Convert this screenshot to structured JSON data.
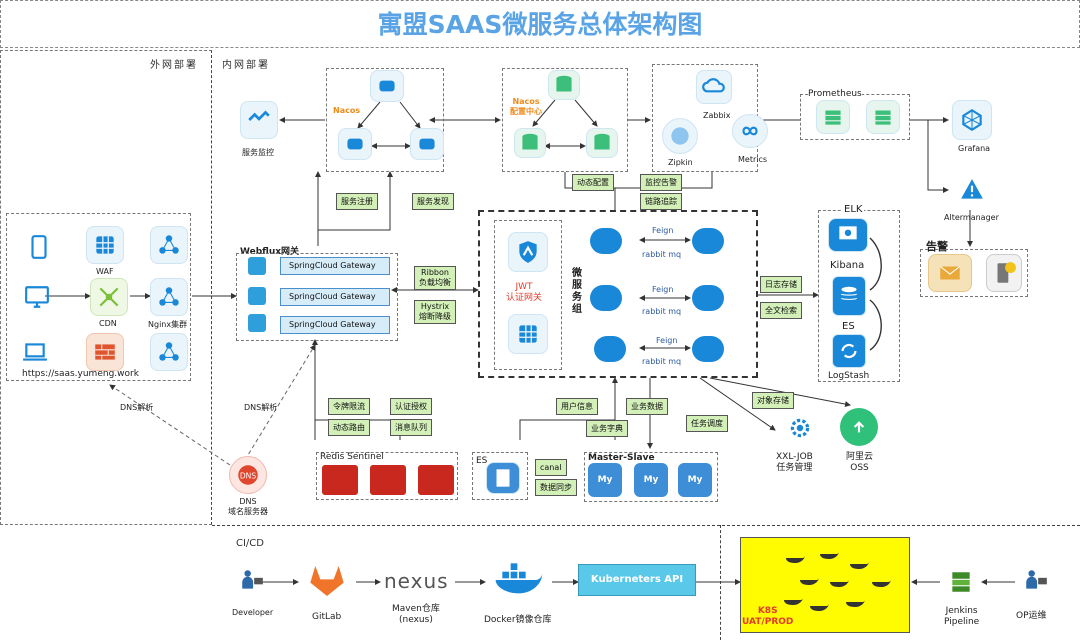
{
  "title": "寓盟SAAS微服务总体架构图",
  "sections": {
    "external": "外网部署",
    "internal": "内网部署",
    "cicd": "CI/CD"
  },
  "external": {
    "waf": "WAF",
    "cdn": "CDN",
    "nginx": "Nginx集群",
    "url": "https://saas.yumeng.work",
    "dns_parse_left": "DNS解析",
    "dns_parse_right": "DNS解析",
    "dns_server": "DNS\n域名服务器"
  },
  "monitor": {
    "service_monitor": "服务监控",
    "nacos": "Nacos",
    "nacos_config": "Nacos\n配置中心",
    "zabbix": "Zabbix",
    "zipkin": "Zipkin",
    "metrics": "Metrics",
    "prometheus": "Prometheus",
    "grafana": "Grafana",
    "altermanager": "Altermanager",
    "alarm": "告警"
  },
  "tags": {
    "dynamic_config": "动态配置",
    "monitor_alarm": "监控告警",
    "trace": "链路追踪",
    "register": "服务注册",
    "discovery": "服务发现",
    "ribbon": "Ribbon\n负载均衡",
    "hystrix": "Hystrix\n熔断降级",
    "log_store": "日志存储",
    "fulltext": "全文检索",
    "token_limit": "令牌限流",
    "auth": "认证授权",
    "dynamic_route": "动态路由",
    "mq": "消息队列",
    "user_info": "用户信息",
    "biz_data": "业务数据",
    "biz_dict": "业务字典",
    "task_sched": "任务调度",
    "object_store": "对象存储",
    "canal": "canal",
    "data_sync": "数据同步"
  },
  "gateway": {
    "title": "Webflux网关",
    "items": [
      "SpringCloud Gateway",
      "SpringCloud Gateway",
      "SpringCloud Gateway"
    ]
  },
  "jwt": "JWT\n认证网关",
  "micro": {
    "group": "微\n服\n务\n组",
    "feign": "Feign",
    "mq": "rabbit mq"
  },
  "elk": {
    "title": "ELK",
    "kibana": "Kibana",
    "es": "ES",
    "logstash": "LogStash"
  },
  "storage": {
    "redis": "Redis Sentinel",
    "es": "ES",
    "master_slave": "Master-Slave",
    "mysql": "My"
  },
  "jobs": {
    "xxl": "XXL-JOB\n任务管理",
    "oss": "阿里云\nOSS"
  },
  "cicd": {
    "developer": "Developer",
    "gitlab": "GitLab",
    "nexus_logo": "nexus",
    "maven": "Maven仓库\n(nexus)",
    "docker": "Docker镜像仓库",
    "k8s_api": "Kuberneters API",
    "k8s": "K8S\nUAT/PROD",
    "jenkins": "Jenkins\nPipeline",
    "op": "OP运维"
  }
}
